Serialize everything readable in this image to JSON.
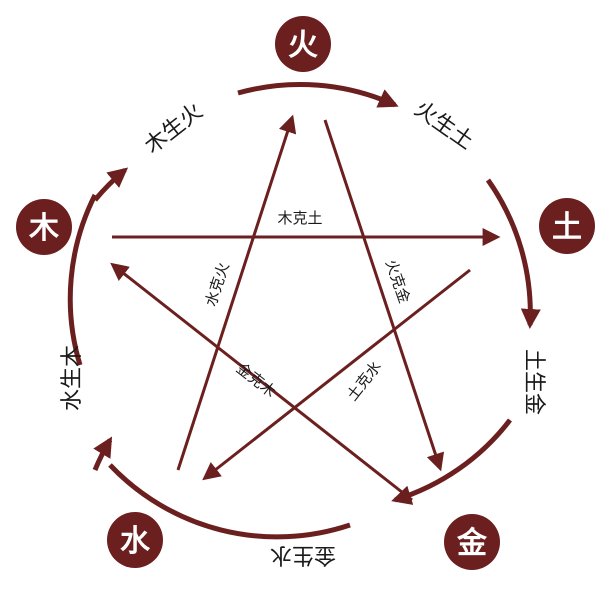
{
  "elements": {
    "fire": "火",
    "earth": "土",
    "metal": "金",
    "water": "水",
    "wood": "木"
  },
  "generating": {
    "wood_fire": "木生火",
    "fire_earth": "火生土",
    "earth_metal": "土生金",
    "metal_water": "金生水",
    "water_wood": "水生木"
  },
  "overcoming": {
    "wood_earth": "木克土",
    "fire_metal": "火克金",
    "earth_water": "土克水",
    "metal_wood": "金克木",
    "water_fire": "水克火"
  },
  "colors": {
    "primary": "#6b1f1f",
    "text": "#1a1a1a",
    "node_text": "#ffffff",
    "background": "#ffffff"
  }
}
